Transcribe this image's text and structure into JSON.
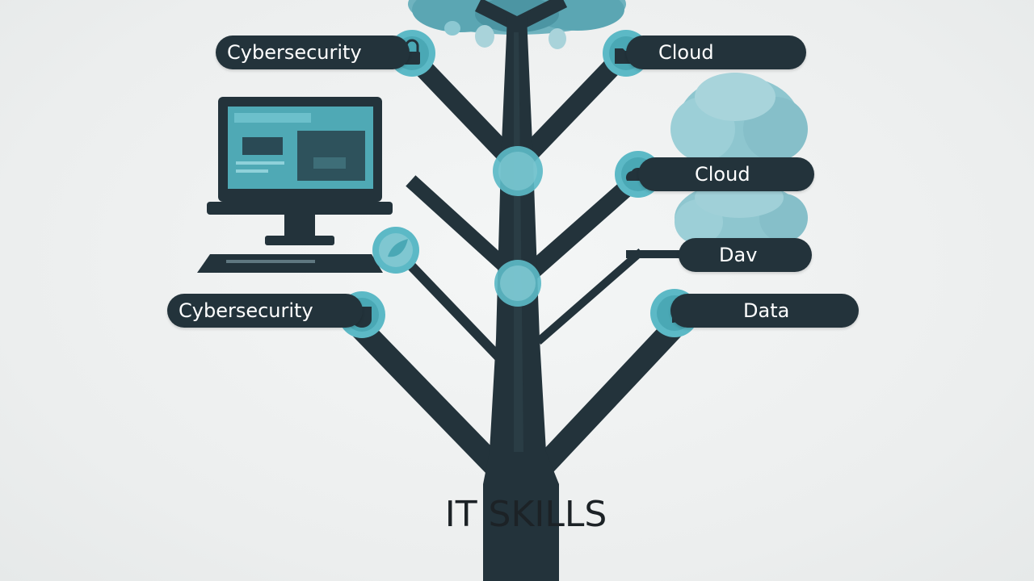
{
  "title": "IT SKILLS",
  "labels": {
    "cybersecurity_top": "Cybersecurity",
    "cloud_top": "Cloud",
    "cloud_mid": "Cloud",
    "dav": "Dav",
    "cybersecurity_bottom": "Cybersecurity",
    "data": "Data"
  },
  "colors": {
    "trunk": "#23333b",
    "accent_teal": "#5cb9c6",
    "foliage_teal": "#8cc8d2",
    "pill_background": "#23333b",
    "pill_text": "#ffffff",
    "title_text": "#1c2226",
    "background": "#eef0f0"
  },
  "icons": {
    "cybersecurity_top": "padlock-icon",
    "cloud_top": "folder-icon",
    "cloud_mid": "cloud-icon",
    "cybersecurity_bottom": "shield-icon",
    "data": "chart-icon"
  }
}
